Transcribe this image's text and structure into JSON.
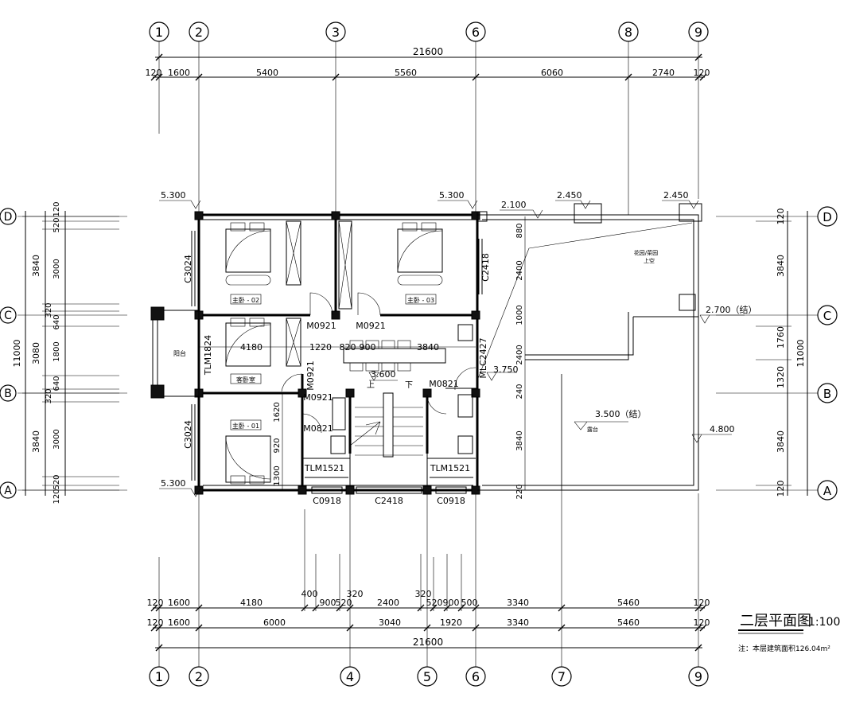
{
  "title": {
    "main": "二层平面图",
    "scale": "1:100",
    "note": "注：本层建筑面积126.04m²"
  },
  "grid_top": [
    "1",
    "2",
    "3",
    "6",
    "8",
    "9"
  ],
  "grid_bottom": [
    "1",
    "2",
    "4",
    "5",
    "6",
    "7",
    "9"
  ],
  "grid_left": [
    "D",
    "C",
    "B",
    "A"
  ],
  "grid_right": [
    "D",
    "C",
    "B",
    "A"
  ],
  "dims": {
    "top_total": "21600",
    "top_row": [
      "120",
      "1600",
      "5400",
      "5560",
      "6060",
      "2740",
      "120"
    ],
    "bot_row1": [
      "120",
      "1600",
      "4180",
      "400",
      "900",
      "520",
      "320",
      "2400",
      "320",
      "520",
      "900",
      "500",
      "3340",
      "5460",
      "120"
    ],
    "bot_row2": [
      "120",
      "1600",
      "6000",
      "3040",
      "1920",
      "3340",
      "5460",
      "120"
    ],
    "bot_total": "21600",
    "left_outer": [
      "3840",
      "11000",
      "3080",
      "3840"
    ],
    "left_inner": [
      "120",
      "520",
      "3000",
      "320",
      "640",
      "1800",
      "640",
      "320",
      "3000",
      "520",
      "120"
    ],
    "right_inner": [
      "120",
      "3840",
      "1760",
      "1320",
      "3840",
      "120"
    ],
    "right_total": "11000",
    "interior": [
      "880",
      "2400",
      "1000",
      "2400",
      "240",
      "3840",
      "220",
      "4180",
      "1220",
      "820",
      "900",
      "3840",
      "1620",
      "920",
      "1300"
    ]
  },
  "elevations": {
    "e1": "5.300",
    "e2": "5.300",
    "e3": "2.100",
    "e4": "2.450",
    "e5": "2.450",
    "e6": "2.700（结）",
    "e7": "3.600",
    "e8": "3.750",
    "e9": "3.500（结）",
    "e10": "4.800",
    "e11": "5.300"
  },
  "rooms": {
    "r1": "主卧 - 02",
    "r2": "主卧 - 03",
    "r3": "客卧室",
    "r4": "主卧 - 01",
    "balcony": "阳台",
    "garden": "花园/菜园",
    "garden_sub": "上空",
    "terrace": "露台",
    "up": "上",
    "down": "下"
  },
  "openings": {
    "w1": "C3024",
    "w2": "C2418",
    "w3": "C3024",
    "d1": "M0921",
    "d2": "M0921",
    "d3": "M0921",
    "d4": "M0921",
    "d5": "M0821",
    "d6": "M0821",
    "t1": "TLM1824",
    "t2": "TLM1521",
    "t3": "TLM1521",
    "w4": "C0918",
    "w5": "C2418",
    "w6": "C0918",
    "m1": "MLC2427"
  }
}
